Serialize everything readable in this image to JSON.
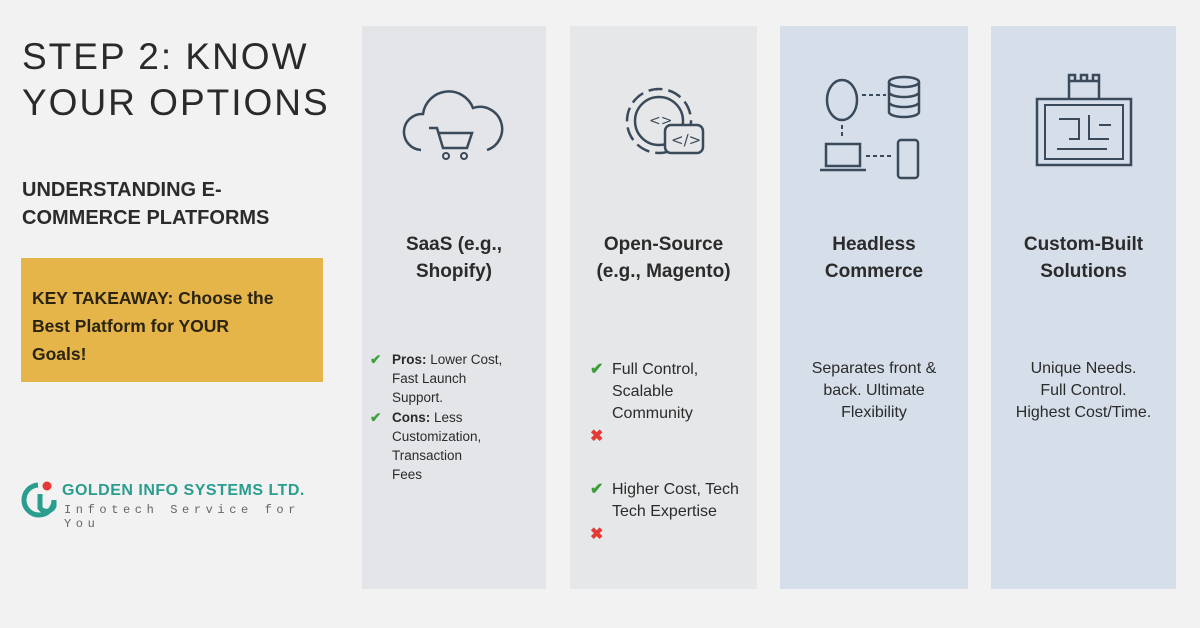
{
  "title_line1": "STEP 2: KNOW",
  "title_line2": "YOUR OPTIONS",
  "subtitle_line1": "UNDERSTANDING E-",
  "subtitle_line2": "COMMERCE PLATFORMS",
  "takeaway_line1": "KEY TAKEAWAY: Choose the",
  "takeaway_line2": "Best Platform for YOUR",
  "takeaway_line3": "Goals!",
  "logo": {
    "name": "GOLDEN INFO SYSTEMS LTD.",
    "tagline": "Infotech Service for You"
  },
  "columns": [
    {
      "title1": "SaaS (e.g.,",
      "title2": "Shopify)",
      "pros_label": "Pros:",
      "pros_l1": "Lower Cost,",
      "pros_l2": "Fast Launch",
      "pros_l3": "Support.",
      "cons_label": "Cons:",
      "cons_l1": "Less Customization,",
      "cons_l2": "Transaction",
      "cons_l3": "Fees"
    },
    {
      "title1": "Open-Source",
      "title2": "(e.g., Magento)",
      "p1": "Full Control,",
      "p2": "Scalable",
      "p3": "Community",
      "c1": "Higher Cost, Tech",
      "c2": "Tech Expertise"
    },
    {
      "title1": "Headless",
      "title2": "Commerce",
      "d1": "Separates front &",
      "d2": "back. Ultimate",
      "d3": "Flexibility"
    },
    {
      "title1": "Custom-Built",
      "title2": "Solutions",
      "d1": "Unique Needs.",
      "d2": "Full Control.",
      "d3": "Highest Cost/Time."
    }
  ],
  "symbols": {
    "check": "✔",
    "cross": "✖"
  }
}
